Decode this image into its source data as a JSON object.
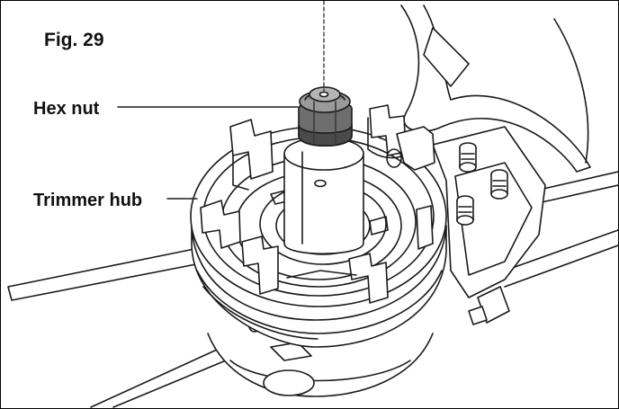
{
  "figure": {
    "title": "Fig. 29",
    "callouts": {
      "hex_nut": "Hex nut",
      "trimmer_hub": "Trimmer hub"
    }
  },
  "colors": {
    "line": "#1a1a1a",
    "nut_dark": "#4a4a4a",
    "nut_mid": "#6e6e6e",
    "nut_light": "#9a9a9a",
    "paper": "#ffffff"
  }
}
